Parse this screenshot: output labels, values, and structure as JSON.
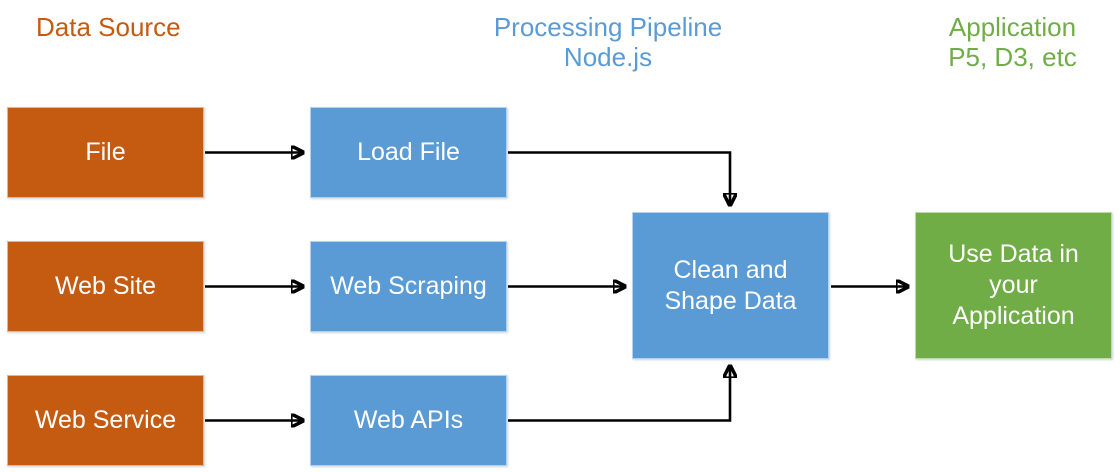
{
  "headers": {
    "source": "Data Source",
    "pipeline": "Processing Pipeline\nNode.js",
    "application": "Application\nP5, D3, etc"
  },
  "colors": {
    "source": "#C55A11",
    "process": "#5B9BD5",
    "output": "#70AD47",
    "connector": "#000000",
    "background": "#FFFFFF",
    "node_text": "#FFFFFF"
  },
  "nodes": {
    "file": "File",
    "website": "Web Site",
    "webservice": "Web Service",
    "loadfile": "Load File",
    "webscraping": "Web Scraping",
    "webapis": "Web APIs",
    "clean": "Clean and\nShape Data",
    "useapp": "Use Data in\nyour\nApplication"
  },
  "chart_data": {
    "type": "diagram",
    "title": "Data pipeline flow",
    "columns": [
      {
        "id": "source",
        "label": "Data Source",
        "color": "#C55A11"
      },
      {
        "id": "pipeline",
        "label": "Processing Pipeline / Node.js",
        "color": "#5B9BD5"
      },
      {
        "id": "application",
        "label": "Application / P5, D3, etc",
        "color": "#70AD47"
      }
    ],
    "nodes": [
      {
        "id": "file",
        "label": "File",
        "column": "source",
        "color": "#C55A11"
      },
      {
        "id": "website",
        "label": "Web Site",
        "column": "source",
        "color": "#C55A11"
      },
      {
        "id": "webservice",
        "label": "Web Service",
        "column": "source",
        "color": "#C55A11"
      },
      {
        "id": "loadfile",
        "label": "Load File",
        "column": "pipeline",
        "color": "#5B9BD5"
      },
      {
        "id": "webscraping",
        "label": "Web Scraping",
        "column": "pipeline",
        "color": "#5B9BD5"
      },
      {
        "id": "webapis",
        "label": "Web APIs",
        "column": "pipeline",
        "color": "#5B9BD5"
      },
      {
        "id": "clean",
        "label": "Clean and Shape Data",
        "column": "pipeline",
        "color": "#5B9BD5"
      },
      {
        "id": "useapp",
        "label": "Use Data in your Application",
        "column": "application",
        "color": "#70AD47"
      }
    ],
    "edges": [
      {
        "from": "file",
        "to": "loadfile",
        "style": "straight-arrow"
      },
      {
        "from": "website",
        "to": "webscraping",
        "style": "straight-arrow"
      },
      {
        "from": "webservice",
        "to": "webapis",
        "style": "straight-arrow"
      },
      {
        "from": "loadfile",
        "to": "clean",
        "style": "elbow-arrow-down"
      },
      {
        "from": "webscraping",
        "to": "clean",
        "style": "straight-arrow"
      },
      {
        "from": "webapis",
        "to": "clean",
        "style": "elbow-arrow-up"
      },
      {
        "from": "clean",
        "to": "useapp",
        "style": "straight-arrow"
      }
    ]
  }
}
